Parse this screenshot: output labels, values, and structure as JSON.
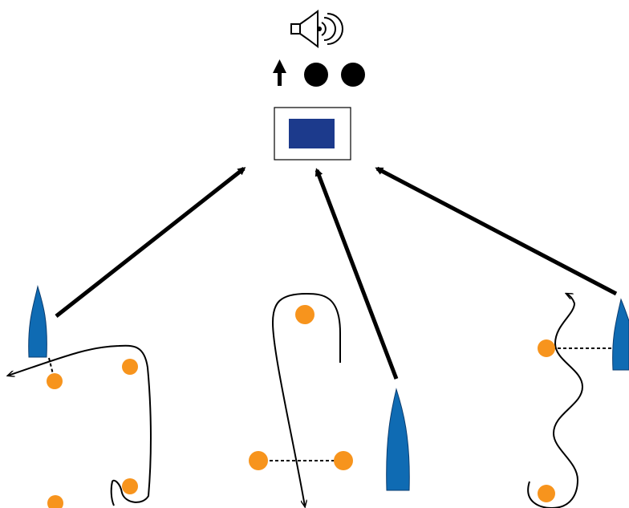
{
  "icons": {
    "speaker": "speaker-sound-icon",
    "arrow_up": "up-arrow-icon",
    "dot_1": "black-dot-icon",
    "dot_2": "black-dot-icon"
  },
  "colors": {
    "boat": "#0f6bb3",
    "boat_outline": "#0a3d70",
    "mark": "#f7941d",
    "screen": "#1c3a8c",
    "stroke": "#000000",
    "background": "#ffffff"
  },
  "scenarios": [
    {
      "name": "left-scenario",
      "boats": 1,
      "marks": 4
    },
    {
      "name": "middle-scenario",
      "boats": 1,
      "marks": 3
    },
    {
      "name": "right-scenario",
      "boats": 1,
      "marks": 2
    }
  ]
}
